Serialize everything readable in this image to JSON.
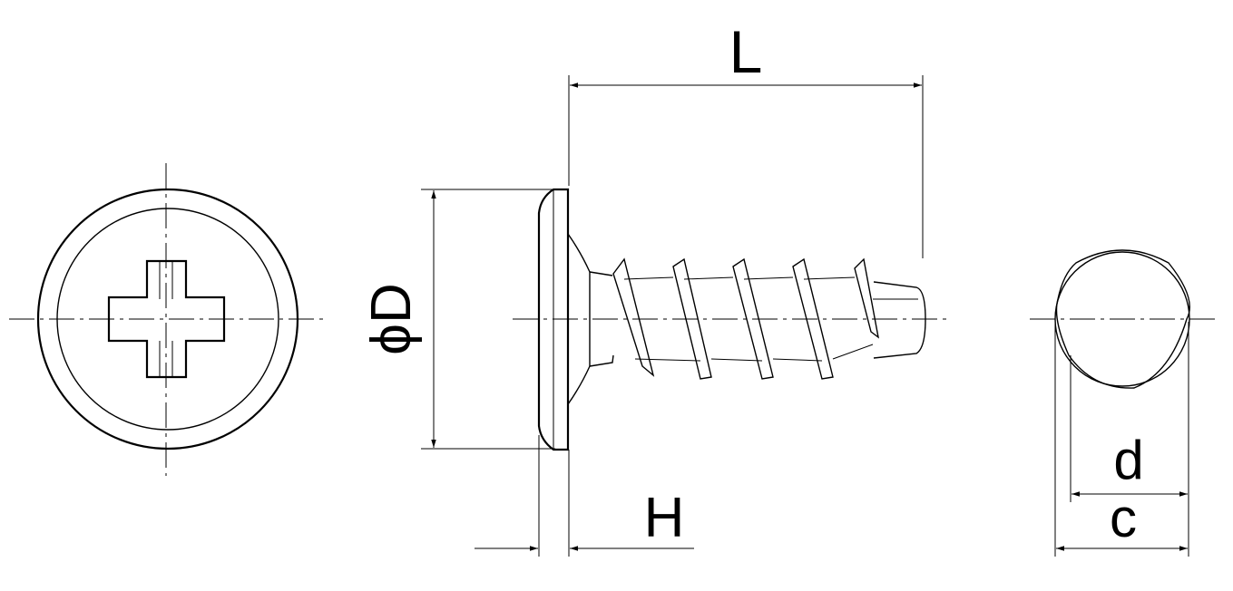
{
  "labels": {
    "length": "L",
    "head_diameter": "ϕD",
    "head_height": "H",
    "inner_diameter": "d",
    "outer_diameter": "c"
  }
}
